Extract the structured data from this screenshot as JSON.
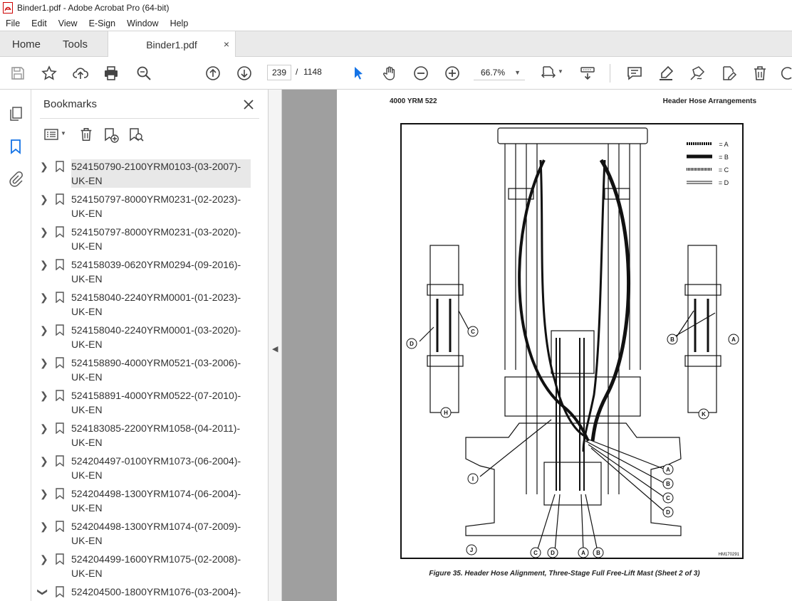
{
  "window": {
    "title": "Binder1.pdf - Adobe Acrobat Pro (64-bit)"
  },
  "menu": [
    "File",
    "Edit",
    "View",
    "E-Sign",
    "Window",
    "Help"
  ],
  "tabs": {
    "home": "Home",
    "tools": "Tools",
    "document": "Binder1.pdf",
    "close": "×"
  },
  "toolbar": {
    "page_current": "239",
    "page_sep": "/",
    "page_total": "1148",
    "zoom": "66.7%"
  },
  "bookmarks": {
    "title": "Bookmarks",
    "items": [
      {
        "line1": "524150790-2100YRM0103-(03-2007)-",
        "line2": "UK-EN"
      },
      {
        "line1": "524150797-8000YRM0231-(02-2023)-",
        "line2": "UK-EN"
      },
      {
        "line1": "524150797-8000YRM0231-(03-2020)-",
        "line2": "UK-EN"
      },
      {
        "line1": "524158039-0620YRM0294-(09-2016)-",
        "line2": "UK-EN"
      },
      {
        "line1": "524158040-2240YRM0001-(01-2023)-",
        "line2": "UK-EN"
      },
      {
        "line1": "524158040-2240YRM0001-(03-2020)-",
        "line2": "UK-EN"
      },
      {
        "line1": "524158890-4000YRM0521-(03-2006)-",
        "line2": "UK-EN"
      },
      {
        "line1": "524158891-4000YRM0522-(07-2010)-",
        "line2": "UK-EN"
      },
      {
        "line1": "524183085-2200YRM1058-(04-2011)-",
        "line2": "UK-EN"
      },
      {
        "line1": "524204497-0100YRM1073-(06-2004)-",
        "line2": "UK-EN"
      },
      {
        "line1": "524204498-1300YRM1074-(06-2004)-",
        "line2": "UK-EN"
      },
      {
        "line1": "524204498-1300YRM1074-(07-2009)-",
        "line2": "UK-EN"
      },
      {
        "line1": "524204499-1600YRM1075-(02-2008)-",
        "line2": "UK-EN"
      },
      {
        "line1": "524204500-1800YRM1076-(03-2004)-",
        "line2": ""
      }
    ]
  },
  "document": {
    "header_left": "4000 YRM 522",
    "header_right": "Header Hose Arrangements",
    "caption": "Figure 35.  Header Hose Alignment, Three-Stage Full Free-Lift Mast (Sheet 2 of 3)",
    "figure_id": "HM170291",
    "legend": [
      "= A",
      "= B",
      "= C",
      "= D"
    ],
    "callouts": [
      "A",
      "B",
      "C",
      "D",
      "H",
      "K",
      "I",
      "J"
    ]
  }
}
